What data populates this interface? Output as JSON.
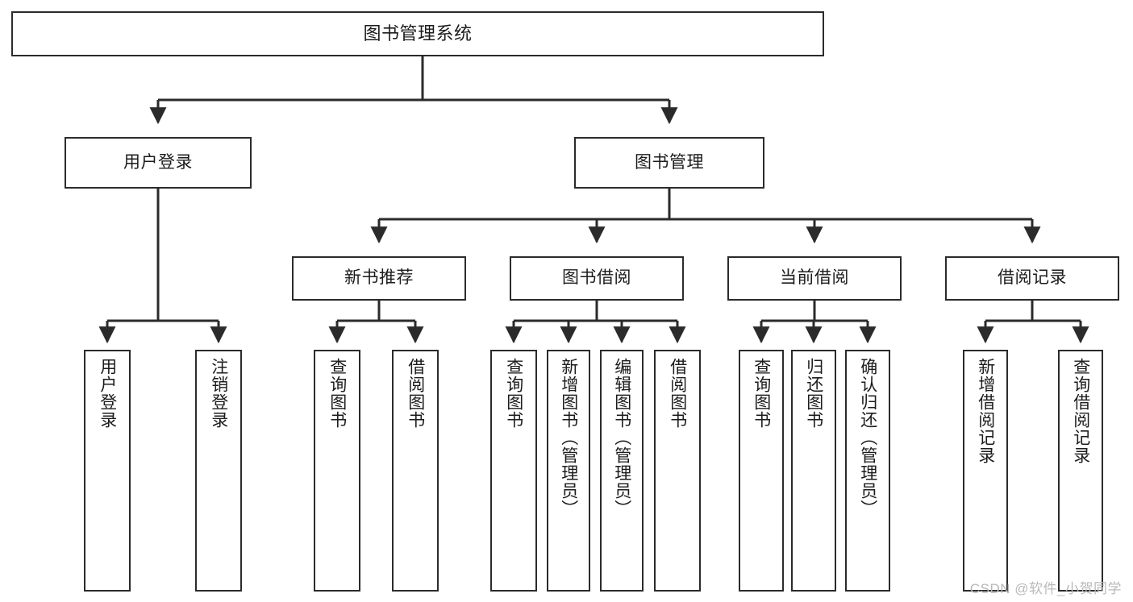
{
  "diagram": {
    "type": "tree",
    "title": "图书管理系统",
    "root": {
      "id": "root",
      "label": "图书管理系统"
    },
    "level2": [
      {
        "id": "user-login",
        "label": "用户登录"
      },
      {
        "id": "book-manage",
        "label": "图书管理"
      }
    ],
    "level3": [
      {
        "id": "new-book-rec",
        "label": "新书推荐",
        "parent": "book-manage"
      },
      {
        "id": "book-borrow",
        "label": "图书借阅",
        "parent": "book-manage"
      },
      {
        "id": "current-borrow",
        "label": "当前借阅",
        "parent": "book-manage"
      },
      {
        "id": "borrow-record",
        "label": "借阅记录",
        "parent": "book-manage"
      }
    ],
    "leaves": {
      "user_login": [
        {
          "id": "leaf-user-login",
          "label": "用户登录"
        },
        {
          "id": "leaf-user-logout",
          "label": "注销登录"
        }
      ],
      "new_book_rec": [
        {
          "id": "leaf-query-book-1",
          "label": "查询图书"
        },
        {
          "id": "leaf-borrow-book-1",
          "label": "借阅图书"
        }
      ],
      "book_borrow": [
        {
          "id": "leaf-query-book-2",
          "label": "查询图书"
        },
        {
          "id": "leaf-add-book",
          "label": "新增图书（管理员）"
        },
        {
          "id": "leaf-edit-book",
          "label": "编辑图书（管理员）"
        },
        {
          "id": "leaf-borrow-book-2",
          "label": "借阅图书"
        }
      ],
      "current_borrow": [
        {
          "id": "leaf-query-book-3",
          "label": "查询图书"
        },
        {
          "id": "leaf-return-book",
          "label": "归还图书"
        },
        {
          "id": "leaf-confirm-return",
          "label": "确认归还（管理员）"
        }
      ],
      "borrow_record": [
        {
          "id": "leaf-add-record",
          "label": "新增借阅记录"
        },
        {
          "id": "leaf-query-record",
          "label": "查询借阅记录"
        }
      ]
    }
  },
  "watermark": {
    "text": "CSDN @软件_小贺同学"
  },
  "colors": {
    "stroke": "#2b2b2b",
    "fill": "#ffffff",
    "text": "#1c1c1c",
    "watermark": "#b9b9b9"
  }
}
